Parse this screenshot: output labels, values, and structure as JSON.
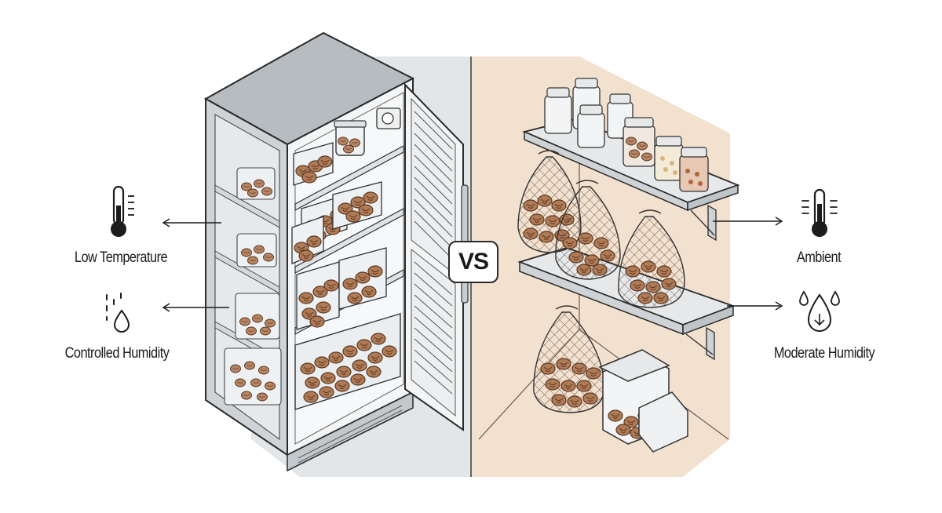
{
  "vs_label": "VS",
  "left": {
    "temperature_label": "Low Temperature",
    "humidity_label": "Controlled Humidity",
    "temperature_icon": "thermometer-cold-icon",
    "humidity_icon": "water-drop-icon"
  },
  "right": {
    "temperature_label": "Ambient",
    "humidity_label": "Moderate Humidity",
    "temperature_icon": "thermometer-sun-icon",
    "humidity_icon": "water-drops-icon"
  },
  "colors": {
    "fridge_bg": "#e3e6e9",
    "pantry_bg": "#f3e1cf",
    "walnut": "#b07a55",
    "walnut_dark": "#7a4f33",
    "line": "#2a2a2a"
  }
}
